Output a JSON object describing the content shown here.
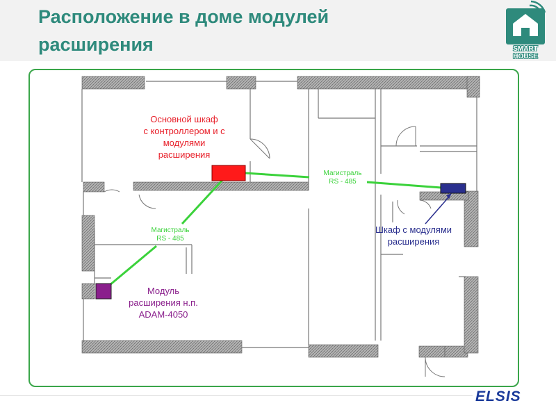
{
  "header": {
    "title_line1": "Расположение в доме модулей",
    "title_line2": "расширения"
  },
  "logo": {
    "line1": "SMART",
    "line2": "HOUSE",
    "color": "#2e8a7c",
    "icon": "house-icon"
  },
  "labels": {
    "main_cabinet": [
      "Основной шкаф",
      "с контроллером и с",
      "модулями",
      "расширения"
    ],
    "trunk_right": [
      "Магистраль",
      "RS - 485"
    ],
    "trunk_left": [
      "Магистраль",
      "RS - 485"
    ],
    "cabinet": [
      "Шкаф с модулями",
      "расширения"
    ],
    "module": [
      "Модуль",
      "расширения н.п.",
      "ADAM-4050"
    ]
  },
  "footer": {
    "brand": "ELSIS",
    "brand_color": "#1a3a9a"
  },
  "colors": {
    "accent": "#3aa64a",
    "main_cabinet": "#e8202a",
    "cabinet": "#2a2f8e",
    "module": "#8a1f8c",
    "bus": "#3bd23b",
    "wall": "#8c8c8c"
  }
}
